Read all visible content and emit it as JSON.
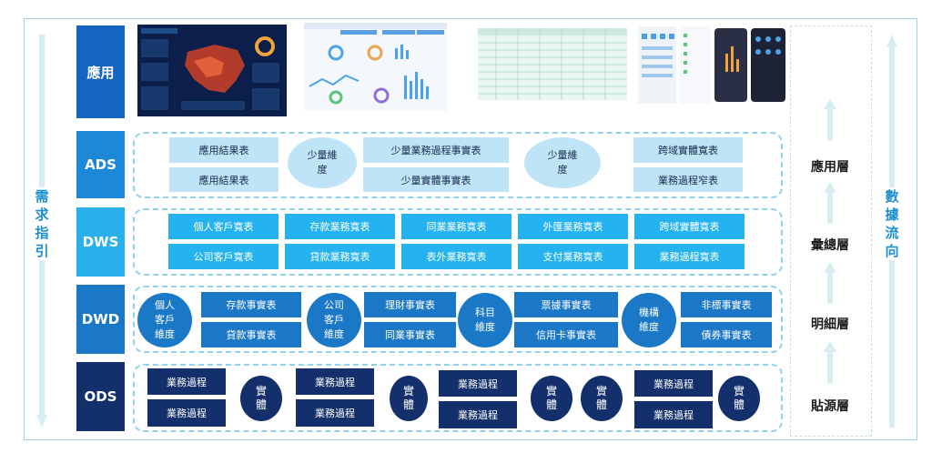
{
  "left_side": {
    "label": [
      "需",
      "求",
      "指",
      "引"
    ]
  },
  "right_side": {
    "label": [
      "數",
      "據",
      "流",
      "向"
    ]
  },
  "layers": {
    "app": "應用",
    "ads": "ADS",
    "dws": "DWS",
    "dwd": "DWD",
    "ods": "ODS"
  },
  "ads": {
    "tables": [
      "應用結果表",
      "應用結果表",
      "少量業務過程事實表",
      "少量實體事實表",
      "跨域實體寬表",
      "業務過程窄表"
    ],
    "dims": [
      [
        "少量維",
        "度"
      ],
      [
        "少量維",
        "度"
      ]
    ]
  },
  "dws": {
    "tables": [
      "個人客戶寬表",
      "存款業務寬表",
      "同業業務寬表",
      "外匯業務寬表",
      "跨域實體寬表",
      "公司客戶寬表",
      "貸款業務寬表",
      "表外業務寬表",
      "支付業務寬表",
      "業務過程寬表"
    ]
  },
  "dwd": {
    "circles": [
      [
        "個人",
        "客戶",
        "維度"
      ],
      [
        "公司",
        "客戶",
        "維度"
      ],
      [
        "科目",
        "維度"
      ],
      [
        "機構",
        "維度"
      ]
    ],
    "tables": [
      "存款事實表",
      "貸款事實表",
      "理財事實表",
      "同業事實表",
      "票據事實表",
      "信用卡事實表",
      "非標事實表",
      "債券事實表"
    ]
  },
  "ods": {
    "process": [
      "業務過程",
      "業務過程",
      "業務過程",
      "業務過程",
      "業務過程",
      "業務過程",
      "業務過程",
      "業務過程"
    ],
    "entity": [
      [
        "實",
        "體"
      ],
      [
        "實",
        "體"
      ],
      [
        "實",
        "體"
      ],
      [
        "實",
        "體"
      ],
      [
        "實",
        "體"
      ]
    ]
  },
  "right_layers": [
    "應用層",
    "彙總層",
    "明細層",
    "貼源層"
  ],
  "colors": {
    "app": "#1565c0",
    "ads": "#1e88d8",
    "dws": "#29b0ea",
    "dwd": "#1a78c7",
    "ods": "#13306d",
    "dash": "#8fd1ef",
    "arrow": "#d6eef2"
  }
}
